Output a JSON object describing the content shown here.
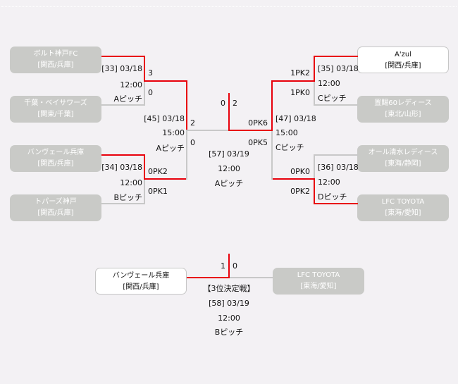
{
  "teams": {
    "t1": {
      "name": "ボルト神戸FC",
      "region": "[関西/兵庫]"
    },
    "t2": {
      "name": "千葉・ベイサワーズ",
      "region": "[関東/千葉]"
    },
    "t3": {
      "name": "バンヴェール兵庫",
      "region": "[関西/兵庫]"
    },
    "t4": {
      "name": "トパーズ神戸",
      "region": "[関西/兵庫]"
    },
    "t5": {
      "name": "A'zul",
      "region": "[関西/兵庫]"
    },
    "t6": {
      "name": "置賜60レディース",
      "region": "[東北/山形]"
    },
    "t7": {
      "name": "オール清水レディース",
      "region": "[東海/静岡]"
    },
    "t8": {
      "name": "LFC TOYOTA",
      "region": "[東海/愛知]"
    },
    "third_left": {
      "name": "バンヴェール兵庫",
      "region": "[関西/兵庫]"
    },
    "third_right": {
      "name": "LFC TOYOTA",
      "region": "[東海/愛知]"
    }
  },
  "matches": {
    "m33": {
      "id": "[33] 03/18",
      "time": "12:00",
      "pitch": "Aピッチ",
      "score_top": "3",
      "score_bottom": "0"
    },
    "m34": {
      "id": "[34] 03/18",
      "time": "12:00",
      "pitch": "Bピッチ",
      "score_top": "0PK2",
      "score_bottom": "0PK1"
    },
    "m35": {
      "id": "[35] 03/18",
      "time": "12:00",
      "pitch": "Cピッチ",
      "score_top": "1PK2",
      "score_bottom": "1PK0"
    },
    "m36": {
      "id": "[36] 03/18",
      "time": "12:00",
      "pitch": "Dピッチ",
      "score_top": "0PK0",
      "score_bottom": "0PK2"
    },
    "m45": {
      "id": "[45] 03/18",
      "time": "15:00",
      "pitch": "Aピッチ",
      "score_top": "2",
      "score_bottom": "0"
    },
    "m47": {
      "id": "[47] 03/18",
      "time": "15:00",
      "pitch": "Cピッチ",
      "score_top": "0PK6",
      "score_bottom": "0PK5"
    },
    "m57": {
      "id": "[57] 03/19",
      "time": "12:00",
      "pitch": "Aピッチ",
      "score_left": "0",
      "score_right": "2"
    },
    "m58": {
      "title": "【3位決定戦】",
      "id": "[58] 03/19",
      "time": "12:00",
      "pitch": "Bピッチ",
      "score_left": "1",
      "score_right": "0"
    }
  },
  "colors": {
    "winner_line": "#e8000b",
    "loser_line": "#c8c8c8",
    "loser_box": "#c9cac7",
    "winner_box": "#ffffff",
    "background": "#f3f1f4"
  }
}
